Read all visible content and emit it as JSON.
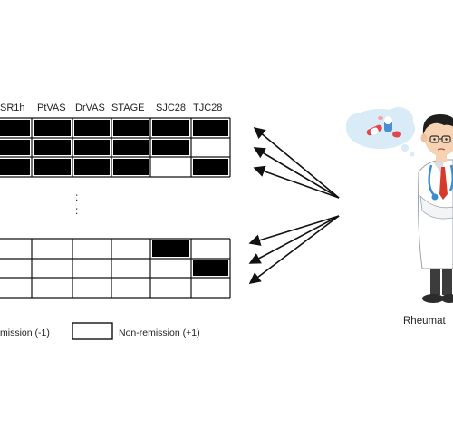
{
  "columns": [
    "SR1h",
    "PtVAS",
    "DrVAS",
    "STAGE",
    "SJC28",
    "TJC28"
  ],
  "ellipsis": ":",
  "top_matrix": [
    [
      1,
      1,
      1,
      1,
      1,
      1
    ],
    [
      1,
      1,
      1,
      1,
      1,
      0
    ],
    [
      1,
      1,
      1,
      1,
      0,
      1
    ]
  ],
  "bottom_matrix": [
    [
      0,
      0,
      0,
      0,
      1,
      0
    ],
    [
      0,
      0,
      0,
      0,
      0,
      1
    ],
    [
      0,
      0,
      0,
      0,
      0,
      0
    ]
  ],
  "legend": {
    "remission": "mission (-1)",
    "non_remission": "Non-remission (+1)"
  },
  "role_label": "Rheumat",
  "colors": {
    "filled": "#000000",
    "empty": "#ffffff",
    "grid": "#111111",
    "arrow": "#111111",
    "coat": "#ffffff",
    "skin": "#f6d2b2",
    "hair": "#1e1e1e",
    "tie": "#d63a2b",
    "stethoscope": "#3b8bd0",
    "thought": "#d8ebf7",
    "pill_red": "#e0464c",
    "pill_blue": "#4a8ed6"
  }
}
